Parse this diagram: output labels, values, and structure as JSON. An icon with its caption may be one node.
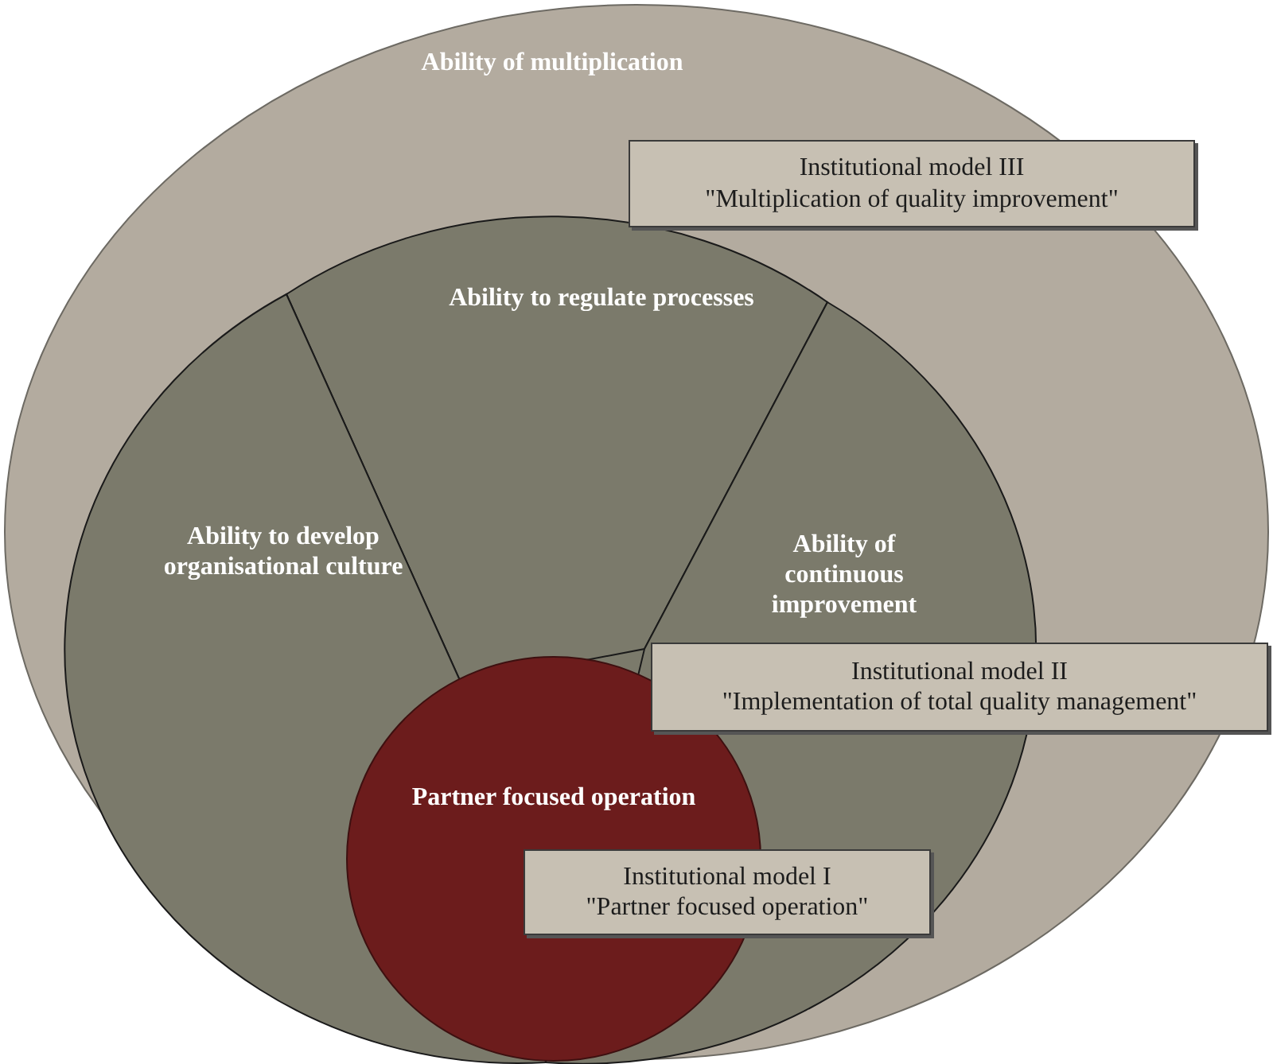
{
  "diagram": {
    "nodes": [
      {
        "text": [
          "Ability of multiplication"
        ]
      },
      {
        "text": [],
        "shape": "circle",
        "in": 0
      },
      {
        "text": [
          "Ability to regulate processes"
        ],
        "in": 1
      },
      {
        "text": [
          "Ability to develop organisational culture"
        ],
        "in": 1
      },
      {
        "text": [
          "Ability of continuous improvement"
        ],
        "in": 1
      },
      {
        "text": [
          "Partner focused operation"
        ],
        "in": 1
      },
      {
        "text": [
          "Institutional model III",
          "\"Multiplication of quality improvement\""
        ],
        "in": 0
      },
      {
        "text": [
          "Institutional model II",
          "\"Implementation of total quality management\""
        ],
        "in": 0
      },
      {
        "text": [
          "Institutional model I",
          "\"Partner focused operation\""
        ],
        "in": 1
      }
    ]
  }
}
